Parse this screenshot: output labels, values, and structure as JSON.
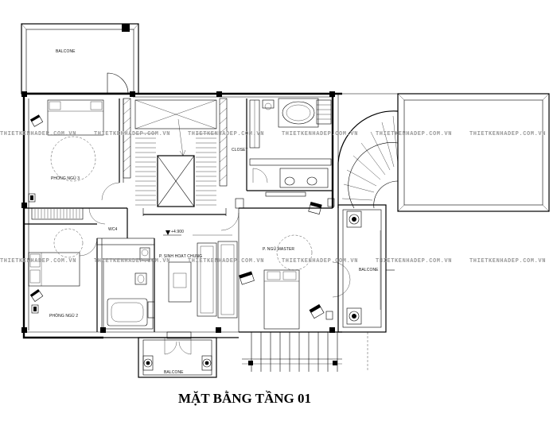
{
  "plan": {
    "title": "MẶT BẰNG TẦNG  01",
    "rooms": {
      "balcony_top": "BALCONE",
      "bedroom_3": "PHÒNG NGỦ 3",
      "closet": "CLOSET",
      "wc": "WC4",
      "level": "+4.900",
      "living": "P. SINH HOẠT CHUNG",
      "master": "P. NGỦ MASTER",
      "balcony_right": "BALCONE",
      "bedroom_2": "PHÒNG NGỦ 2",
      "balcony_bottom": "BALCONE"
    },
    "watermark": "THIETKENHADEP.COM.VN"
  }
}
